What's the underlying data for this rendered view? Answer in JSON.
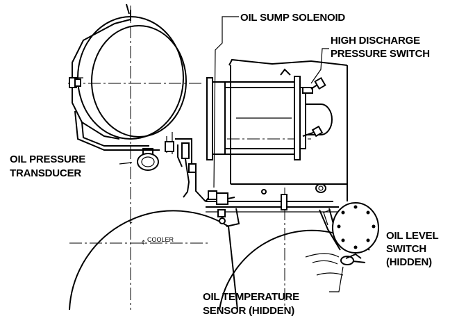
{
  "labels": {
    "oil_sump_solenoid": "OIL SUMP SOLENOID",
    "high_discharge_line1": "HIGH DISCHARGE",
    "high_discharge_line2": "PRESSURE SWITCH",
    "oil_pressure_line1": "OIL PRESSURE",
    "oil_pressure_line2": "TRANSDUCER",
    "oil_level_line1": "OIL LEVEL",
    "oil_level_line2": "SWITCH",
    "oil_level_line3": "(HIDDEN)",
    "oil_temp_line1": "OIL TEMPERATURE",
    "oil_temp_line2": "SENSOR (HIDDEN)",
    "cooler": "COOLER",
    "centerline_symbol_1": "¢",
    "centerline_symbol_2": "¢"
  }
}
